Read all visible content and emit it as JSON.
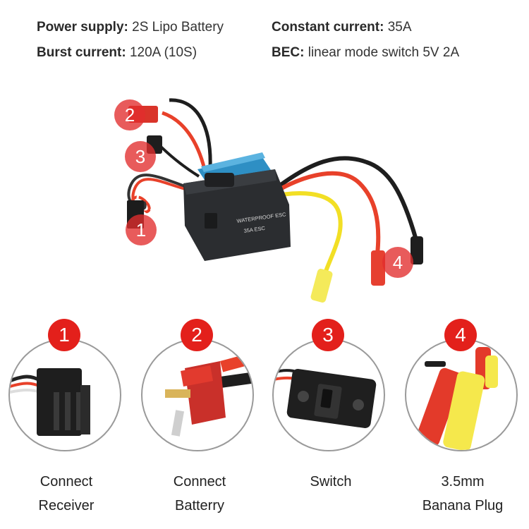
{
  "specs": [
    {
      "label": "Power supply:",
      "value": "2S Lipo Battery"
    },
    {
      "label": "Constant current:",
      "value": "35A"
    },
    {
      "label": "Burst current:",
      "value": "120A (10S)"
    },
    {
      "label": "BEC:",
      "value": "linear mode switch 5V 2A"
    }
  ],
  "esc": {
    "line1": "WATERPROOF ESC",
    "line2": "35A ESC"
  },
  "callouts": [
    "1",
    "2",
    "3",
    "4"
  ],
  "details": [
    {
      "num": "1",
      "line1": "Connect",
      "line2": "Receiver",
      "icon": "servo-connector-icon"
    },
    {
      "num": "2",
      "line1": "Connect",
      "line2": "Batterry",
      "icon": "t-plug-icon"
    },
    {
      "num": "3",
      "line1": "Switch",
      "line2": "",
      "icon": "switch-icon"
    },
    {
      "num": "4",
      "line1": "3.5mm",
      "line2": "Banana Plug",
      "icon": "banana-plug-icon"
    }
  ],
  "colors": {
    "badge": "#e3201b",
    "wire_red": "#e8412a",
    "wire_yellow": "#f2df25",
    "wire_black": "#1e1e1e",
    "esc_body": "#2b2d30",
    "esc_heatsink": "#2e8fc4"
  }
}
